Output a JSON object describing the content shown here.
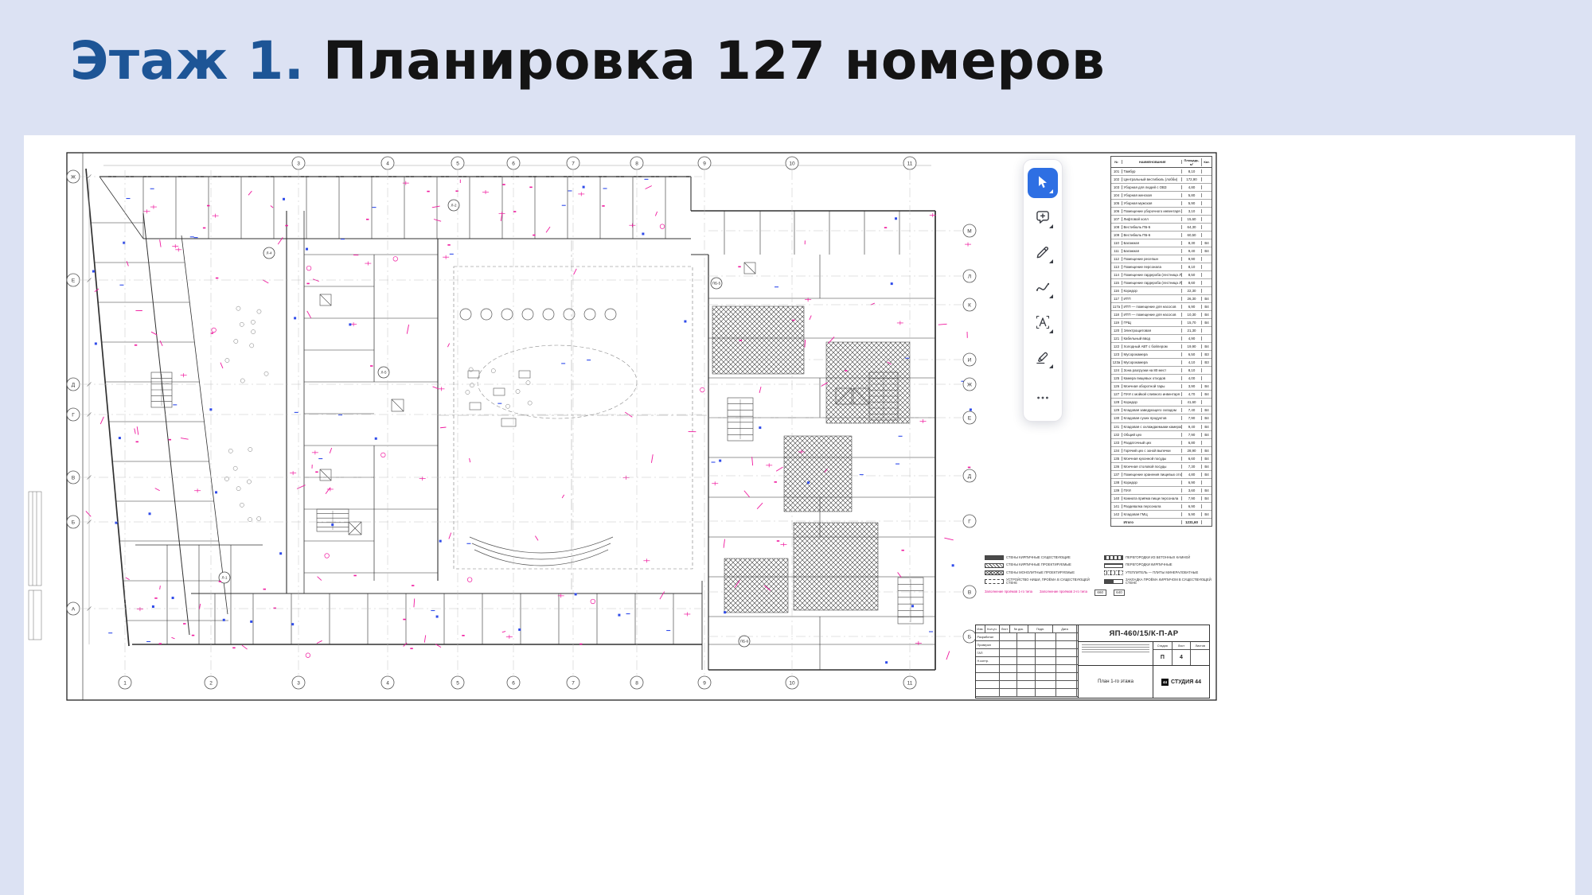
{
  "page": {
    "background": "#dce2f3",
    "accent_color": "#1d5596",
    "title_accent": "Этаж 1.",
    "title_rest": " Планировка 127 номеров"
  },
  "toolbar": {
    "active_color": "#2e6fe3",
    "tools": [
      {
        "name": "select",
        "label": "Select",
        "active": true
      },
      {
        "name": "comment",
        "label": "Comment",
        "active": false
      },
      {
        "name": "pencil",
        "label": "Pencil",
        "active": false
      },
      {
        "name": "curve",
        "label": "Curve",
        "active": false
      },
      {
        "name": "text",
        "label": "Text",
        "active": false
      },
      {
        "name": "highlighter",
        "label": "Highlighter",
        "active": false
      },
      {
        "name": "more",
        "label": "More",
        "active": false
      }
    ]
  },
  "axes": {
    "top": [
      "3",
      "4",
      "5",
      "6",
      "7",
      "8",
      "9",
      "10",
      "11"
    ],
    "bottom": [
      "1",
      "2",
      "3",
      "4",
      "5",
      "6",
      "7",
      "8",
      "9",
      "10",
      "11"
    ],
    "left": [
      "Ж",
      "Е",
      "Д",
      "Г",
      "В",
      "Б",
      "А"
    ],
    "right": [
      "М",
      "Л",
      "К",
      "И",
      "Ж",
      "Е",
      "Д",
      "Г",
      "В",
      "Б"
    ]
  },
  "plan_tags": [
    "Л-4",
    "Л-5",
    "ПБ-5",
    "ПБ-6",
    "Л-1",
    "Л-2"
  ],
  "legend": {
    "left": [
      "СТЕНЫ КИРПИЧНЫЕ СУЩЕСТВУЮЩИЕ",
      "СТЕНЫ КИРПИЧНЫЕ ПРОЕКТИРУЕМЫЕ",
      "СТЕНЫ МОНОЛИТНЫЕ ПРОЕКТИРУЕМЫЕ",
      "УСТРОЙСТВО НИШИ, ПРОЁМА В СУЩЕСТВУЮЩЕЙ СТЕНЕ"
    ],
    "right": [
      "ПЕРЕГОРОДКИ ИЗ БЕТОННЫХ КАМНЕЙ",
      "ПЕРЕГОРОДКИ КИРПИЧНЫЕ",
      "УТЕПЛИТЕЛЬ — ПЛИТЫ МИНЕРАЛОВАТНЫЕ",
      "ЗАКЛАДКА ПРОЁМА КИРПИЧОМ В СУЩЕСТВУЮЩЕЙ СТЕНЕ"
    ],
    "pink_notes": [
      "Заполнение проёмов 1-го типа",
      "Заполнение проёмов 2-го типа"
    ],
    "boxes": [
      "660",
      "640"
    ]
  },
  "schedule": {
    "headers": [
      "№",
      "НАИМЕНОВАНИЕ",
      "Площадь, м²",
      "Кат."
    ],
    "rows": [
      [
        "101",
        "Тамбур",
        "8,10",
        ""
      ],
      [
        "102",
        "Центральный вестибюль (лобби)",
        "172,90",
        ""
      ],
      [
        "103",
        "Уборная для людей с ОВЗ",
        "4,80",
        ""
      ],
      [
        "104",
        "Уборная женская",
        "5,80",
        ""
      ],
      [
        "105",
        "Уборная мужская",
        "5,90",
        ""
      ],
      [
        "106",
        "Помещение уборочного инвентаря",
        "3,10",
        ""
      ],
      [
        "107",
        "Лифтовой холл",
        "15,60",
        ""
      ],
      [
        "108",
        "Вестибюль ПБ-5",
        "64,30",
        ""
      ],
      [
        "109",
        "Вестибюль ПБ-6",
        "60,50",
        ""
      ],
      [
        "110",
        "Багажная",
        "8,30",
        "В4"
      ],
      [
        "111",
        "Багажная",
        "9,40",
        "В4"
      ],
      [
        "112",
        "Помещение ресепшн",
        "9,90",
        ""
      ],
      [
        "113",
        "Помещение персонала",
        "8,10",
        ""
      ],
      [
        "114",
        "Помещение гардероба (лестница Л-1)",
        "8,50",
        ""
      ],
      [
        "115",
        "Помещение гардероба (лестница Л-4)",
        "8,60",
        ""
      ],
      [
        "116",
        "Коридор",
        "22,30",
        ""
      ],
      [
        "117",
        "ИТП",
        "26,30",
        "В4"
      ],
      [
        "117а",
        "ИТП — помещение для насосов",
        "6,90",
        "В4"
      ],
      [
        "118",
        "ИТП — помещение для насосов",
        "10,30",
        "В4"
      ],
      [
        "119",
        "ГРЩ",
        "15,70",
        "В4"
      ],
      [
        "120",
        "Электрощитовая",
        "21,30",
        ""
      ],
      [
        "121",
        "Кабельный ввод",
        "4,90",
        ""
      ],
      [
        "122",
        "Холодный АВТ с бойлером",
        "19,90",
        "В4"
      ],
      [
        "123",
        "Мусорокамера",
        "6,50",
        "В3"
      ],
      [
        "123а",
        "Мусорокамера",
        "4,10",
        "В3"
      ],
      [
        "124",
        "Зона разгрузки на 80 мест",
        "8,10",
        ""
      ],
      [
        "125",
        "Камера пищевых отходов",
        "4,00",
        ""
      ],
      [
        "126",
        "Моечная оборотной тары",
        "3,90",
        "В4"
      ],
      [
        "127",
        "ПУИ с мойкой сливного инвентаря",
        "4,70",
        "В4"
      ],
      [
        "128",
        "Коридор",
        "41,60",
        ""
      ],
      [
        "129",
        "Кладовая заведующего складом",
        "7,40",
        "В4"
      ],
      [
        "130",
        "Кладовая сухих продуктов",
        "7,90",
        "В4"
      ],
      [
        "131",
        "Кладовая с охлаждаемыми камерами",
        "9,40",
        "В4"
      ],
      [
        "132",
        "Общий цех",
        "7,90",
        "В4"
      ],
      [
        "133",
        "Раздаточный цех",
        "6,80",
        ""
      ],
      [
        "134",
        "Горячий цех с зоной выпечки",
        "28,90",
        "В4"
      ],
      [
        "135",
        "Моечная кухонной посуды",
        "6,60",
        "В4"
      ],
      [
        "136",
        "Моечная столовой посуды",
        "7,30",
        "В4"
      ],
      [
        "137",
        "Помещение хранения пищевых отходов",
        "4,80",
        "В4"
      ],
      [
        "138",
        "Коридор",
        "6,90",
        ""
      ],
      [
        "139",
        "ПУИ",
        "3,60",
        "В4"
      ],
      [
        "140",
        "Комната приёма пищи персонала",
        "7,90",
        "В4"
      ],
      [
        "141",
        "Раздевалка персонала",
        "6,90",
        ""
      ],
      [
        "142",
        "Кладовая ГМЦ",
        "5,90",
        "В4"
      ]
    ],
    "total_row": [
      "",
      "Итого",
      "1231,60",
      ""
    ]
  },
  "titleblock": {
    "doc_number": "ЯП-460/15/К-П-АР",
    "header_cells": [
      "Изм.",
      "Кол.уч.",
      "Лист",
      "№ док.",
      "Подп.",
      "Дата"
    ],
    "row_labels": [
      "Разработал",
      "Проверил",
      "ГАП",
      "Н.контр."
    ],
    "stage_label": "Стадия",
    "sheet_label": "Лист",
    "sheets_label": "Листов",
    "stage": "П",
    "sheet_no": "4",
    "sheets": "",
    "sheet_title": "План 1-го этажа",
    "studio": "СТУДИЯ 44"
  }
}
